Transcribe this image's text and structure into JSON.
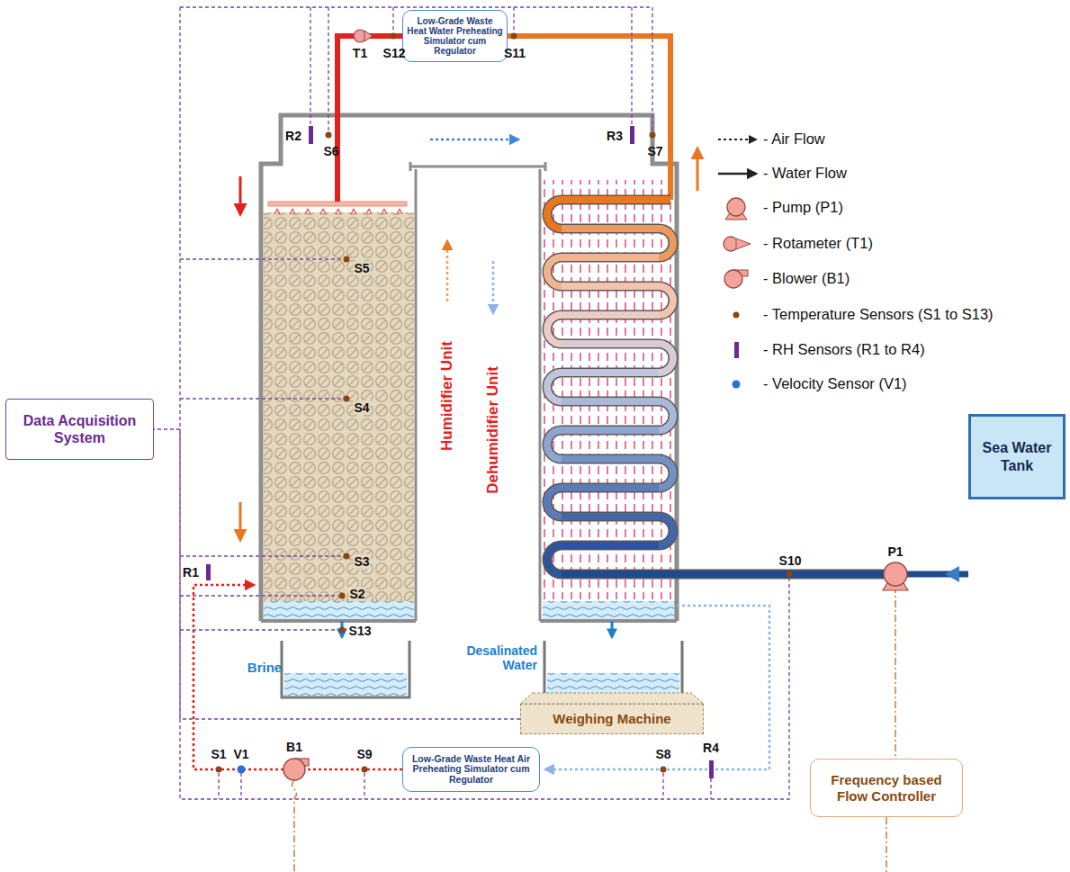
{
  "diagram": {
    "nodes": [
      {
        "text": [
          "Low-Grade Waste Heat Water Preheating Simulator cum Regulator"
        ]
      },
      {
        "text": [
          "Data Acquisition System"
        ]
      },
      {
        "text": [
          "Sea Water Tank"
        ]
      },
      {
        "text": [
          "Weighing Machine"
        ]
      },
      {
        "text": [
          "Low-Grade Waste Heat Air Preheating Simulator cum Regulator"
        ]
      },
      {
        "text": [
          "Frequency based Flow Controller"
        ]
      }
    ],
    "edges": [
      {
        "from": 3,
        "to": 1,
        "arrow": "none"
      }
    ],
    "labels": [
      "T1",
      "S12",
      "S11",
      "R2",
      "S6",
      "R3",
      "S7",
      "S5",
      "S4",
      "S3",
      "S2",
      "R1",
      "S13",
      "Brine",
      "Desalinated Water",
      "Humidifier Unit",
      "Dehumidifier Unit",
      "S10",
      "P1",
      "S1",
      "V1",
      "B1",
      "S9",
      "S8",
      "R4"
    ],
    "legend": [
      {
        "text": "- Air Flow"
      },
      {
        "text": "- Water Flow"
      },
      {
        "text": "- Pump (P1)"
      },
      {
        "text": "- Rotameter (T1)"
      },
      {
        "text": "- Blower (B1)"
      },
      {
        "text": "- Temperature Sensors (S1 to S13)"
      },
      {
        "text": "- RH Sensors (R1 to R4)"
      },
      {
        "text": "- Velocity Sensor (V1)"
      }
    ]
  }
}
